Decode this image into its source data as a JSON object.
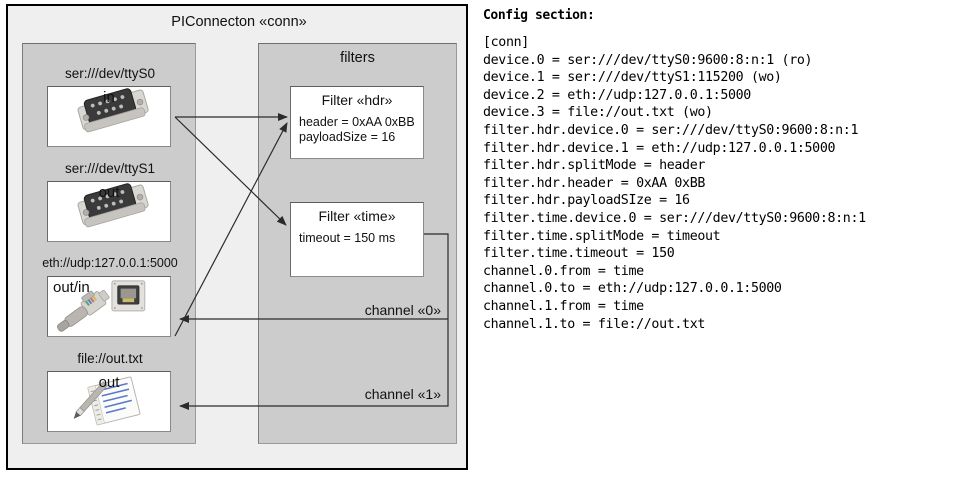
{
  "diagram": {
    "title": "PIConnecton «conn»",
    "groups": {
      "devices_title": "",
      "filters_title": "filters"
    },
    "devices": [
      {
        "label": "ser:///dev/ttyS0",
        "direction": "in",
        "icon": "serial-port-icon"
      },
      {
        "label": "ser:///dev/ttyS1",
        "direction": "out",
        "icon": "serial-port-icon"
      },
      {
        "label": "eth://udp:127.0.0.1:5000",
        "direction": "out/in",
        "icon": "ethernet-jack-icon"
      },
      {
        "label": "file://out.txt",
        "direction": "out",
        "icon": "document-pencil-icon"
      }
    ],
    "filters": [
      {
        "title": "Filter «hdr»",
        "attrs": [
          "header = 0xAA 0xBB",
          "payloadSize = 16"
        ]
      },
      {
        "title": "Filter «time»",
        "attrs": [
          "timeout = 150 ms"
        ]
      }
    ],
    "channels": [
      {
        "label": "channel «0»"
      },
      {
        "label": "channel «1»"
      }
    ],
    "colors": {
      "frame_bg": "#efefef",
      "group_bg": "#cccccc",
      "box_bg": "#ffffff",
      "line": "#333333",
      "border": "#000000"
    }
  },
  "config": {
    "heading": "Config section:",
    "lines": [
      "[conn]",
      "device.0 = ser:///dev/ttyS0:9600:8:n:1 (ro)",
      "device.1 = ser:///dev/ttyS1:115200 (wo)",
      "device.2 = eth://udp:127.0.0.1:5000",
      "device.3 = file://out.txt (wo)",
      "filter.hdr.device.0 = ser:///dev/ttyS0:9600:8:n:1",
      "filter.hdr.device.1 = eth://udp:127.0.0.1:5000",
      "filter.hdr.splitMode = header",
      "filter.hdr.header = 0xAA 0xBB",
      "filter.hdr.payloadSIze = 16",
      "filter.time.device.0 = ser:///dev/ttyS0:9600:8:n:1",
      "filter.time.splitMode = timeout",
      "filter.time.timeout = 150",
      "channel.0.from = time",
      "channel.0.to = eth://udp:127.0.0.1:5000",
      "channel.1.from = time",
      "channel.1.to = file://out.txt"
    ]
  }
}
